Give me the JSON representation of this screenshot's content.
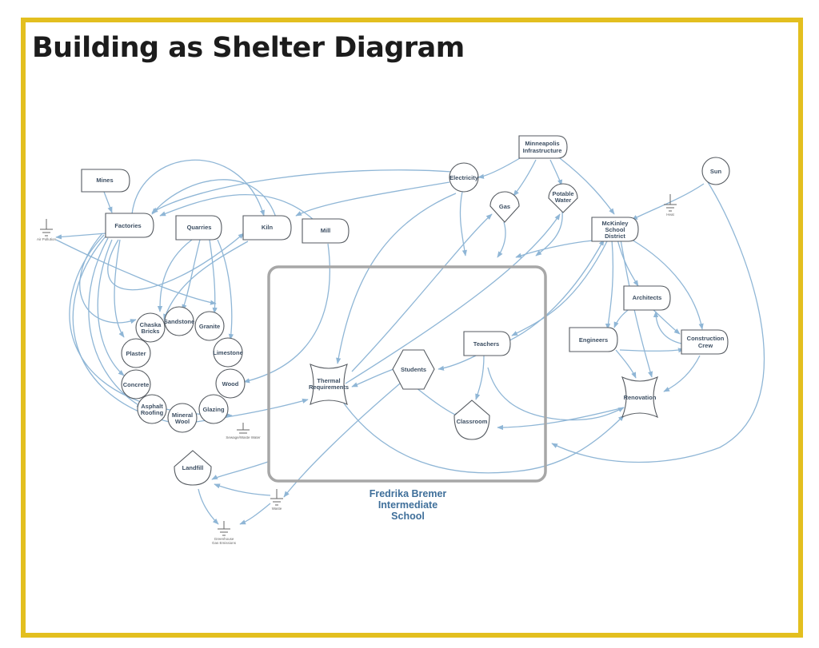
{
  "title": "Building as Shelter Diagram",
  "colors": {
    "frame": "#e3bf1f",
    "edge": "#8fb6d6",
    "school_label": "#3f6f9a"
  },
  "school_label": [
    "Fredrika Bremer",
    "Intermediate",
    "School"
  ],
  "nodes": {
    "mines": "Mines",
    "factories": "Factories",
    "quarries": "Quarries",
    "kiln": "Kiln",
    "mill": "Mill",
    "electricity": "Electricity",
    "gas": "Gas",
    "potable_water": [
      "Potable",
      "Water"
    ],
    "minneapolis_infrastructure": [
      "Minneapolis",
      "Infrastructure"
    ],
    "sun": "Sun",
    "mckinley": [
      "McKinley",
      "School",
      "District"
    ],
    "architects": "Architects",
    "engineers": "Engineers",
    "construction_crew": [
      "Construction",
      "Crew"
    ],
    "renovation": "Renovation",
    "teachers": "Teachers",
    "students": "Students",
    "classroom": "Classroom",
    "thermal_requirements": [
      "Thermal",
      "Requirements"
    ],
    "landfill": "Landfill",
    "chaska_bricks": [
      "Chaska",
      "Bricks"
    ],
    "sandstone": "Sandstone",
    "granite": "Granite",
    "plaster": "Plaster",
    "limestone": "Limestone",
    "concrete": "Concrete",
    "wood": "Wood",
    "asphalt_roofing": [
      "Asphalt",
      "Roofing"
    ],
    "mineral_wool": [
      "Mineral",
      "Wool"
    ],
    "glazing": "Glazing"
  },
  "sinks": {
    "air_pollution": "Air Pollution",
    "heat": "Heat",
    "sewage": "Sewage/Waste Water",
    "waste": "Waste",
    "greenhouse": [
      "Greenhouse",
      "Gas Emissions"
    ]
  }
}
